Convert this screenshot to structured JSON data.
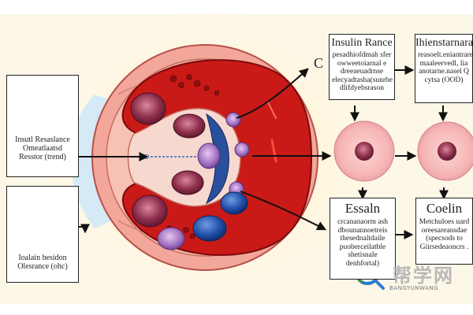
{
  "boxes": {
    "top_middle": {
      "title": "Insulin Rance",
      "lines": [
        "pesadhiofdmah sfer",
        "owweetoiarnal e",
        "dreeaeuadrnse",
        "elecyadtasha(sunrbe",
        "dlifdyebsrason"
      ]
    },
    "top_right": {
      "title": "Ihienstarnara",
      "lines": [
        "reasoelt.eniantrare",
        "maaleervedl, lia",
        "anotarne.nasel Q",
        "cytsa (OOD)"
      ]
    },
    "left_top": {
      "lines": [
        "Insutl Resaslance",
        "Omeatlaatsd",
        "Resstor (trend)"
      ]
    },
    "left_bottom": {
      "lines": [
        "Ioalain hesidon",
        "Olesrance (ohc)"
      ]
    },
    "bottom_middle": {
      "title": "Essaln",
      "lines": [
        "crcananaorm ash",
        "dbounannoetreis",
        "thesednaltdaile",
        "puoberceilatble",
        "shetisnale",
        "denhfortal)"
      ]
    },
    "bottom_right": {
      "title": "Coelin",
      "lines": [
        "Metchuloes uard",
        "oreesareansdae",
        "(specsods to",
        "Giirsedeaoncrs ."
      ]
    }
  },
  "callout": "C",
  "watermark": {
    "text": "帮学网",
    "subtext": "BANGYUNWANG"
  },
  "colors": {
    "background": "#fdf7e8",
    "tissue_outer": "#f2a79a",
    "lumen": "#c91a18",
    "cell_red": "#c8102a",
    "cell_maroon": "#8e2e4c",
    "cell_blue": "#1f4fa8",
    "cell_purple": "#a070c0",
    "pale_cell": "#f5b4b4",
    "glow_blue": "#cfe8f8"
  },
  "icons": [
    "arrow-icon",
    "red-blood-cell-icon",
    "cell-icon",
    "magnifier-logo-icon"
  ]
}
